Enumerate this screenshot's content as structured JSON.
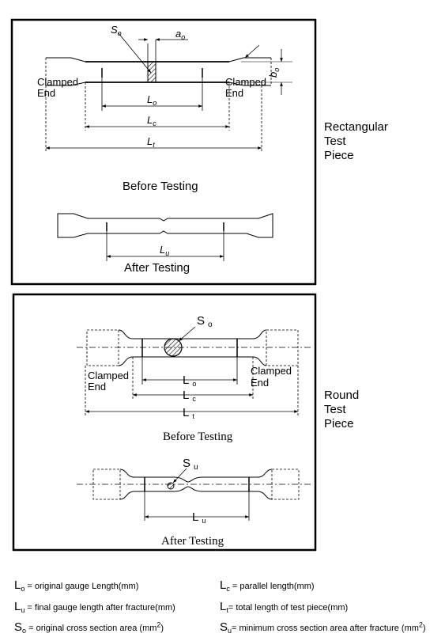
{
  "rectangular": {
    "label_So": "S",
    "label_So_sub": "o",
    "label_ao": "a",
    "label_ao_sub": "o",
    "label_bo": "b",
    "label_bo_sub": "o",
    "clamped_left": [
      "Clamped",
      "End"
    ],
    "clamped_right": [
      "Clamped",
      "End"
    ],
    "label_Lo": "L",
    "label_Lo_sub": "o",
    "label_Lc": "L",
    "label_Lc_sub": "c",
    "label_Lt": "L",
    "label_Lt_sub": "t",
    "before": "Before Testing",
    "label_Lu": "L",
    "label_Lu_sub": "u",
    "after": "After Testing",
    "side_title": [
      "Rectangular",
      "Test",
      "Piece"
    ]
  },
  "round": {
    "label_So": "S",
    "label_So_sub": "o",
    "clamped_left": [
      "Clamped",
      "End"
    ],
    "clamped_right": [
      "Clamped",
      "End"
    ],
    "label_Lo": "L",
    "label_Lo_sub": "o",
    "label_Lc": "L",
    "label_Lc_sub": "c",
    "label_Lt": "L",
    "label_Lt_sub": "t",
    "before": "Before Testing",
    "label_Su": "S",
    "label_Su_sub": "u",
    "label_Lu": "L",
    "label_Lu_sub": "u",
    "after": "After Testing",
    "side_title": [
      "Round",
      "Test",
      "Piece"
    ]
  },
  "legend": {
    "lo": {
      "sym": "L",
      "sub": "o",
      "text": "= original gauge Length(mm)"
    },
    "lc": {
      "sym": "L",
      "sub": "c",
      "text": "= parallel length(mm)"
    },
    "lu": {
      "sym": "L",
      "sub": "u",
      "text": "= final gauge length after fracture(mm)"
    },
    "lt": {
      "sym": "L",
      "sub": "t",
      "text": "= total length of test piece(mm)"
    },
    "so": {
      "sym": "S",
      "sub": "o",
      "text": "= original cross section area  (mm",
      "sup": "2",
      "close": ")"
    },
    "su": {
      "sym": "S",
      "sub": "u",
      "text": "= minimum cross section area after fracture (mm",
      "sup": "2",
      "close": ")"
    }
  }
}
